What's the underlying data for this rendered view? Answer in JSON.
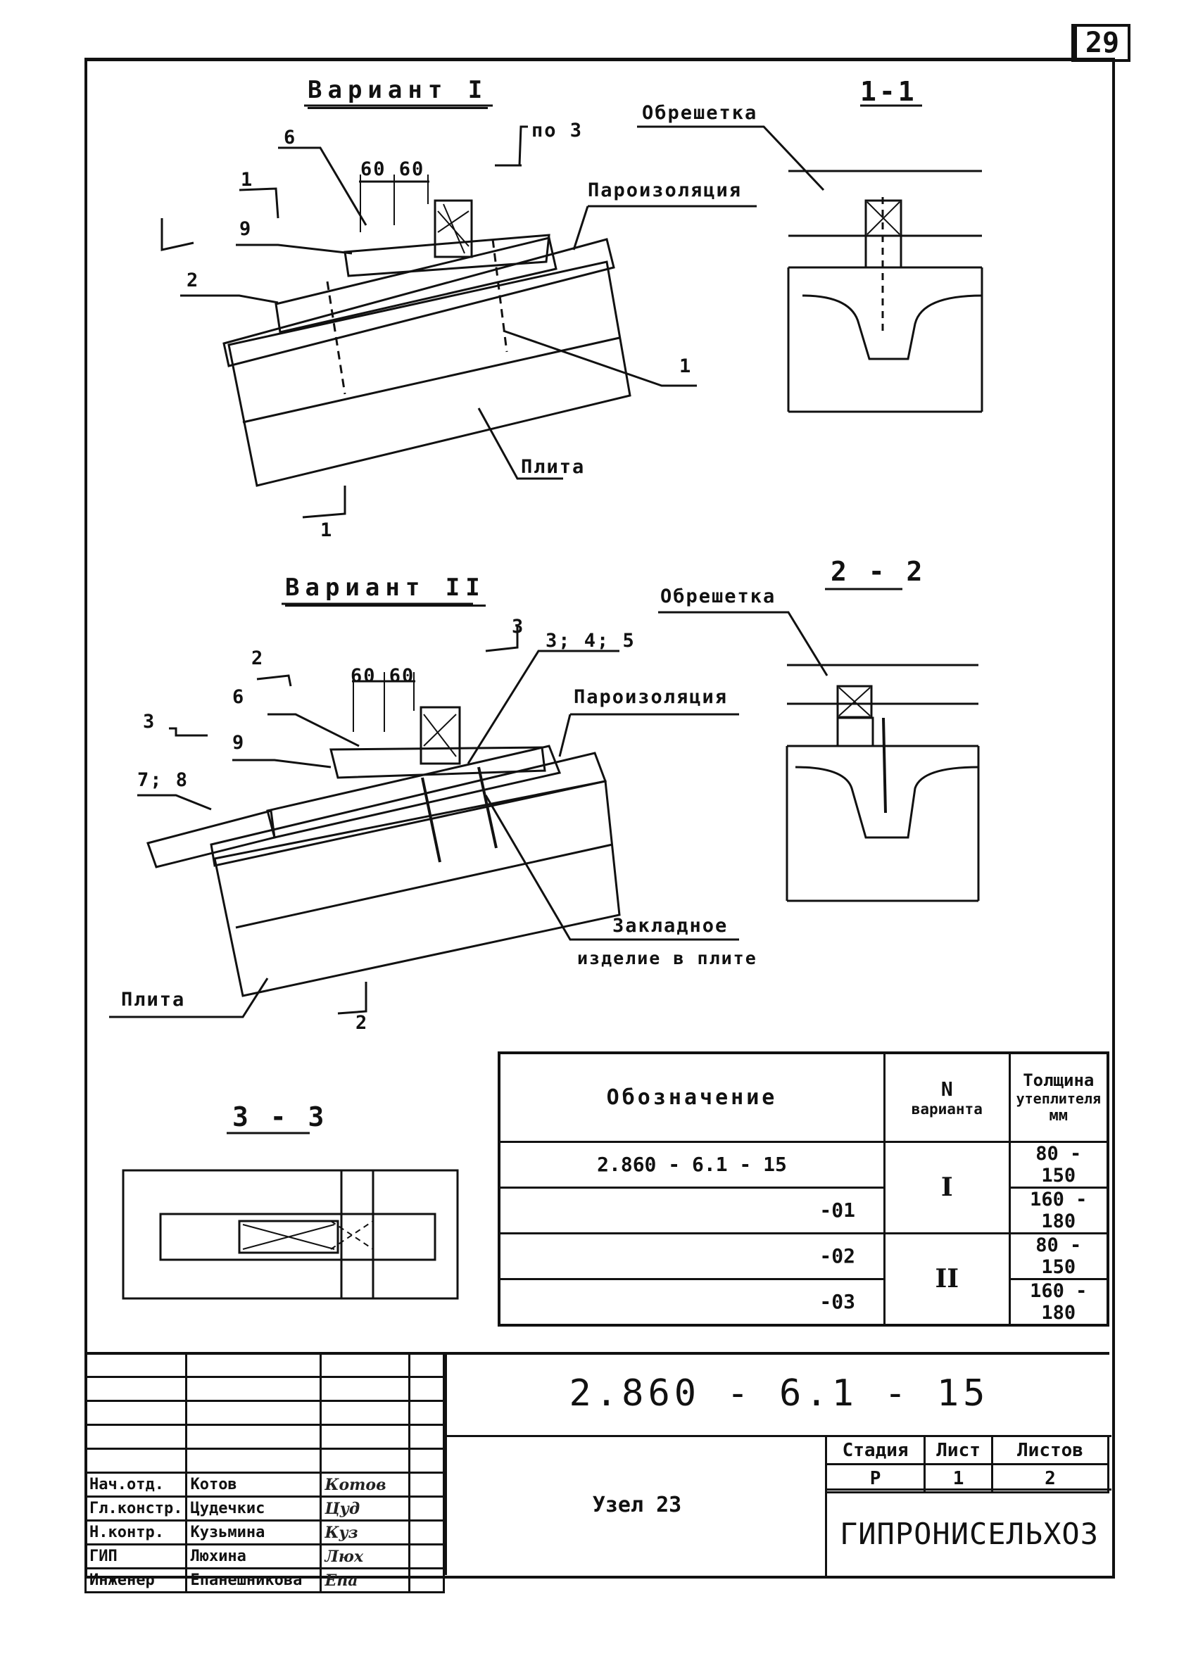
{
  "sheet_number": "29",
  "variant1": {
    "title": "Вариант I",
    "labels": {
      "pos6": "6",
      "dims": "60 60",
      "pos9": "9",
      "pos2": "2",
      "cut1_top": "1",
      "pos3_note": "по 3",
      "vapor": "Пароизоляция",
      "pos1": "1",
      "slab": "Плита",
      "cut1_bottom": "1"
    }
  },
  "variant2": {
    "title": "Вариант II",
    "labels": {
      "cut2_top": "2",
      "pos6": "6",
      "dims": "60 60",
      "pos9": "9",
      "pos78": "7; 8",
      "cut3": "3",
      "cut3_top": "3",
      "pos345": "3; 4; 5",
      "vapor": "Пароизоляция",
      "embedded_line1": "Закладное",
      "embedded_line2": "изделие в плите",
      "slab": "Плита",
      "cut2_bottom": "2"
    }
  },
  "section11": {
    "title": "1-1",
    "lathing": "Обрешетка"
  },
  "section22": {
    "title": "2 - 2",
    "lathing": "Обрешетка"
  },
  "section33": {
    "title": "3 - 3"
  },
  "spec_table": {
    "headers": {
      "designation": "Обозначение",
      "variant_no_symbol": "N",
      "variant_no": "варианта",
      "thickness_line1": "Толщина",
      "thickness_line2": "утеплителя",
      "thickness_unit": "мм"
    },
    "rows": [
      {
        "designation": "2.860 - 6.1 - 15",
        "variant": "I",
        "thickness": "80 - 150"
      },
      {
        "designation": "-01",
        "variant": "",
        "thickness": "160 - 180"
      },
      {
        "designation": "-02",
        "variant": "II",
        "thickness": "80 - 150"
      },
      {
        "designation": "-03",
        "variant": "",
        "thickness": "160 - 180"
      }
    ]
  },
  "title_block": {
    "document_code": "2.860 - 6.1 - 15",
    "node_name": "Узел 23",
    "stage_header": "Стадия",
    "sheet_header": "Лист",
    "sheets_header": "Листов",
    "stage": "Р",
    "sheet": "1",
    "sheets": "2",
    "organization": "ГИПРОНИСЕЛЬХОЗ",
    "people": [
      {
        "role": "Нач.отд.",
        "name": "Котов",
        "signature": "Котов"
      },
      {
        "role": "Гл.констр.",
        "name": "Цудечкис",
        "signature": "Цуд"
      },
      {
        "role": "Н.контр.",
        "name": "Кузьмина",
        "signature": "Куз"
      },
      {
        "role": "ГИП",
        "name": "Люхина",
        "signature": "Люх"
      },
      {
        "role": "Инженер",
        "name": "Епанешникова",
        "signature": "Епа"
      }
    ]
  }
}
